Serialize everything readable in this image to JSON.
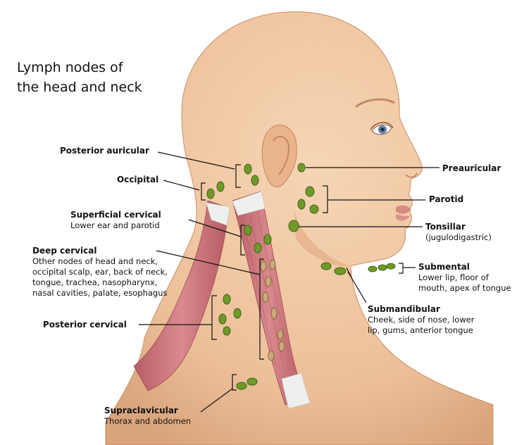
{
  "title_lines": [
    "Lymph nodes of",
    "the head and neck"
  ],
  "labels": {
    "posterior_auricular": {
      "title": "Posterior auricular"
    },
    "occipital": {
      "title": "Occipital"
    },
    "superficial_cervical": {
      "title": "Superficial cervical",
      "desc": [
        "Lower ear and parotid"
      ]
    },
    "deep_cervical": {
      "title": "Deep cervical",
      "desc": [
        "Other nodes of head and neck,",
        "occipital scalp, ear, back of neck,",
        "tongue, trachea, nasopharynx,",
        "nasal cavities, palate, esophagus"
      ]
    },
    "posterior_cervical": {
      "title": "Posterior cervical"
    },
    "supraclavicular": {
      "title": "Supraclavicular",
      "desc": [
        "Thorax and abdomen"
      ]
    },
    "preauricular": {
      "title": "Preauricular"
    },
    "parotid": {
      "title": "Parotid"
    },
    "tonsillar": {
      "title": "Tonsillar",
      "desc": [
        "(jugulodigastric)"
      ]
    },
    "submental": {
      "title": "Submental",
      "desc": [
        "Lower lip, floor of",
        "mouth, apex of tongue"
      ]
    },
    "submandibular": {
      "title": "Submandibular",
      "desc": [
        "Cheek, side of nose, lower",
        "lip, gums, anterior tongue"
      ]
    }
  },
  "colors": {
    "skin": "#f1c9a5",
    "skin_shadow": "#d9a47c",
    "muscle": "#c9737a",
    "muscle_dark": "#a84f57",
    "tendon": "#eef0ee",
    "node": "#6f9a2a",
    "node_dark": "#3f6414",
    "node_outline_deep": "#8a6a30",
    "line": "#111111"
  }
}
